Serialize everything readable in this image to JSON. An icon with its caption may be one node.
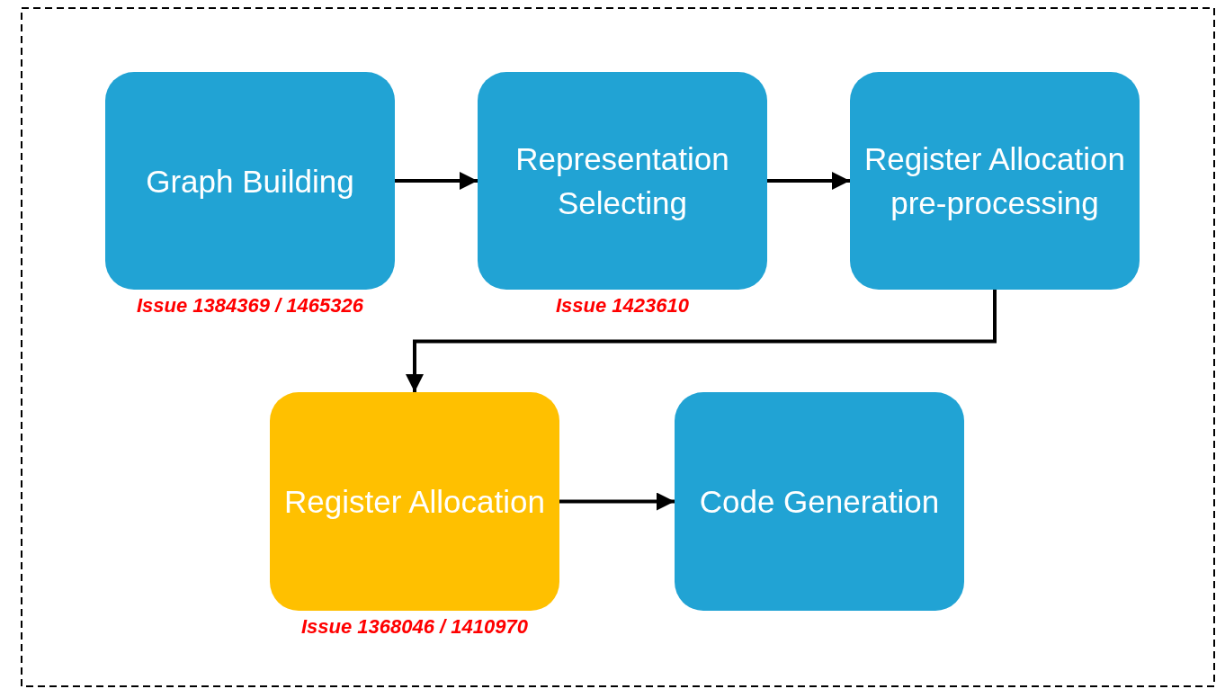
{
  "diagram": {
    "nodes": [
      {
        "text": [
          "Graph Building"
        ],
        "beside": [
          "Issue 1384369 / 1465326"
        ]
      },
      {
        "text": [
          "Representation Selecting"
        ],
        "beside": [
          "Issue 1423610"
        ]
      },
      {
        "text": [
          "Register Allocation pre-processing"
        ]
      },
      {
        "text": [
          "Register Allocation"
        ],
        "beside": [
          "Issue 1368046 / 1410970"
        ]
      },
      {
        "text": [
          "Code Generation"
        ]
      }
    ],
    "edges": [
      {
        "from": 0,
        "to": 1,
        "arrow": "to"
      },
      {
        "from": 1,
        "to": 2,
        "arrow": "to"
      },
      {
        "from": 2,
        "to": 3,
        "arrow": "to"
      },
      {
        "from": 3,
        "to": 4,
        "arrow": "to"
      }
    ]
  }
}
